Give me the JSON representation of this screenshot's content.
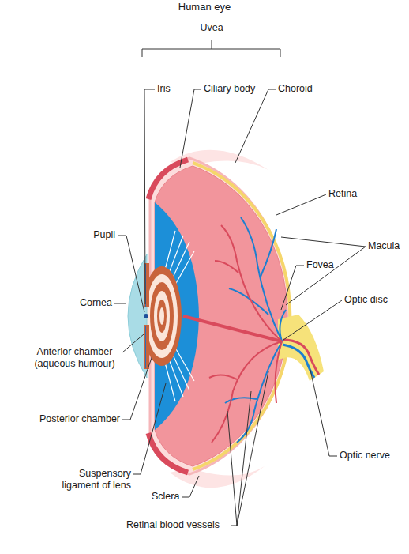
{
  "diagram": {
    "title": "Human eye",
    "labels": [
      "Uvea",
      "Iris",
      "Ciliary body",
      "Choroid",
      "Retina",
      "Pupil",
      "Macula",
      "Fovea",
      "Optic disc",
      "Cornea",
      "Anterior chamber (aqueous humour)",
      "Posterior chamber",
      "Optic nerve",
      "Suspensory ligament of lens",
      "Sclera",
      "Retinal blood vessels"
    ]
  }
}
